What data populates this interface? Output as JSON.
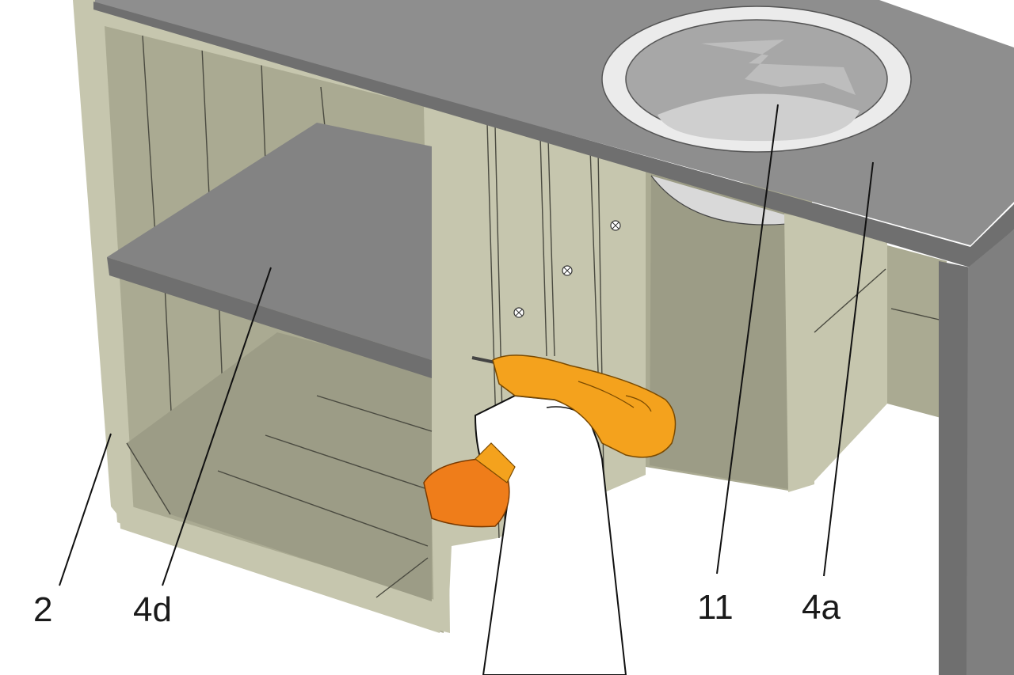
{
  "callouts": {
    "c1": "2",
    "c2": "4d",
    "c3": "11",
    "c4": "4a"
  },
  "colors": {
    "panel": "#c6c6ae",
    "panel_shadow": "#aaaa92",
    "panel_dark": "#9c9c86",
    "top_surface": "#8e8e8e",
    "top_edge": "#6f6f6f",
    "shelf": "#838383",
    "drill_body": "#f4a21d",
    "drill_battery": "#ef7d1a",
    "hand": "#ffffff"
  },
  "icons": {
    "drill": "cordless-drill-icon",
    "hand": "hand-icon",
    "screw": "screw-head-icon"
  }
}
